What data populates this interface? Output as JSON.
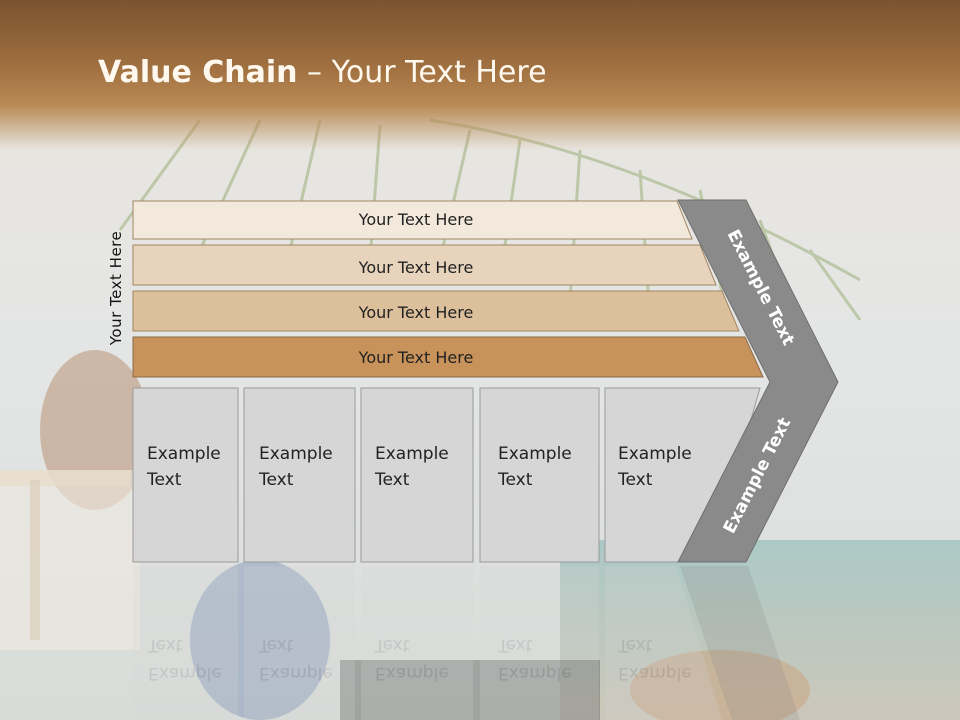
{
  "slide": {
    "title_bold": "Value Chain",
    "title_rest": " – Your Text Here",
    "side_label": "Your Text Here"
  },
  "bars": [
    {
      "label": "Your Text Here",
      "color": "#f3e8dc"
    },
    {
      "label": "Your Text Here",
      "color": "#e8d3bc"
    },
    {
      "label": "Your Text Here",
      "color": "#dcbf9b"
    },
    {
      "label": "Your Text Here",
      "color": "#c8935a"
    }
  ],
  "boxes": [
    {
      "line1": "Example",
      "line2": "Text"
    },
    {
      "line1": "Example",
      "line2": "Text"
    },
    {
      "line1": "Example",
      "line2": "Text"
    },
    {
      "line1": "Example",
      "line2": "Text"
    },
    {
      "line1": "Example",
      "line2": "Text"
    }
  ],
  "chevron": {
    "top_label": "Example Text",
    "bottom_label": "Example Text",
    "color": "#8a8a8a"
  },
  "colors": {
    "title_band": "#8b5e34",
    "box_fill": "#d6d6d6",
    "box_stroke": "#9a9a9a"
  }
}
